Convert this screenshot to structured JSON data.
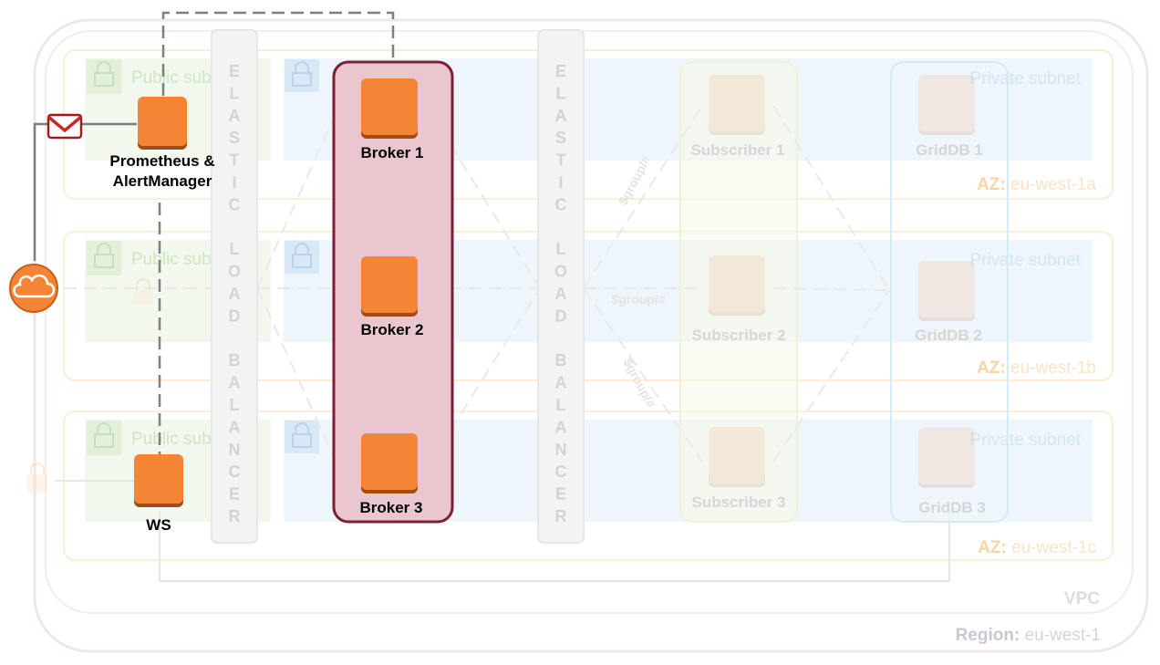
{
  "region": {
    "prefix": "Region:",
    "name": "eu-west-1"
  },
  "vpc": {
    "label": "VPC"
  },
  "azs": [
    {
      "prefix": "AZ:",
      "name": "eu-west-1a"
    },
    {
      "prefix": "AZ:",
      "name": "eu-west-1b"
    },
    {
      "prefix": "AZ:",
      "name": "eu-west-1c"
    }
  ],
  "subnets": {
    "public": [
      "Public subnet",
      "Public subnet",
      "Public subnet"
    ],
    "private": [
      "Private subnet",
      "Private subnet",
      "Private subnet"
    ]
  },
  "load_balancers": {
    "left": [
      "E",
      "L",
      "A",
      "S",
      "T",
      "I",
      "C",
      "",
      "L",
      "O",
      "A",
      "D",
      "",
      "B",
      "A",
      "L",
      "A",
      "N",
      "C",
      "E",
      "R"
    ],
    "right": [
      "E",
      "L",
      "A",
      "S",
      "T",
      "I",
      "C",
      "",
      "L",
      "O",
      "A",
      "D",
      "",
      "B",
      "A",
      "L",
      "A",
      "N",
      "C",
      "E",
      "R"
    ]
  },
  "nodes": {
    "prometheus": [
      "Prometheus &",
      "AlertManager"
    ],
    "ws": "WS",
    "brokers": [
      "Broker 1",
      "Broker 2",
      "Broker 3"
    ],
    "subscribers": [
      "Subscriber 1",
      "Subscriber 2",
      "Subscriber 3"
    ],
    "griddb": [
      "GridDB 1",
      "GridDB 2",
      "GridDB 3"
    ]
  },
  "edge_labels": [
    "$group/#",
    "$group/#",
    "$group/#"
  ],
  "icons": {
    "internet": "cloud-icon",
    "email": "gmail-icon",
    "subnet": "lock-icon"
  },
  "colors": {
    "instance": "#f58536",
    "broker_group_fill": "#eac7cf",
    "broker_group_stroke": "#7a1f35",
    "az_border": "#fdecd7",
    "public_subnet_fill": "#f2f8ee",
    "private_subnet_fill": "#eef5fb"
  }
}
